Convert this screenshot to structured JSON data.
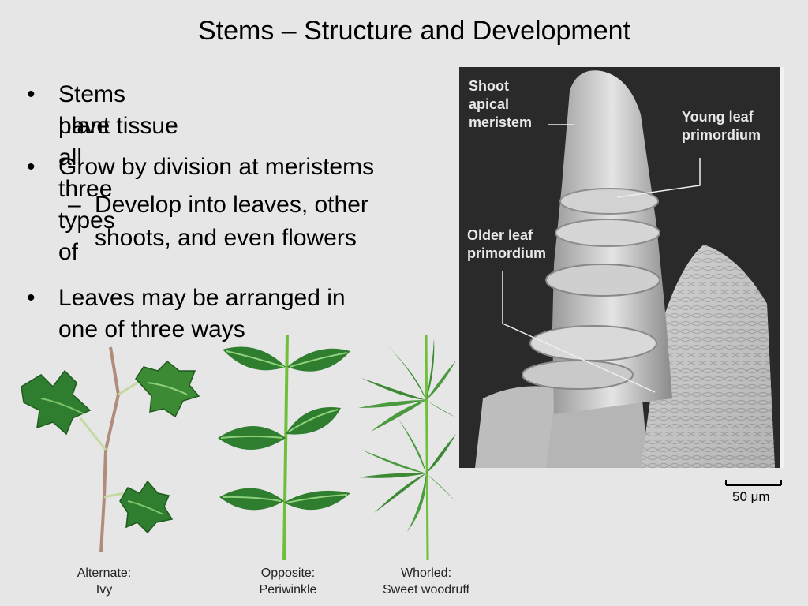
{
  "slide": {
    "title": "Stems – Structure and Development",
    "bullets": [
      {
        "marker": "•",
        "lines": [
          "Stems have all three types of",
          "plant tissue"
        ]
      },
      {
        "marker": "•",
        "lines": [
          "Grow by division at meristems"
        ]
      },
      {
        "marker": "–",
        "lines": [
          "Develop into leaves, other",
          "shoots, and even flowers"
        ]
      },
      {
        "marker": "•",
        "lines": [
          "Leaves may be arranged in",
          "one of three ways"
        ]
      }
    ]
  },
  "micrograph": {
    "labels": {
      "apical": [
        "Shoot",
        "apical",
        "meristem"
      ],
      "young": [
        "Young leaf",
        "primordium"
      ],
      "older": [
        "Older leaf",
        "primordium"
      ]
    },
    "scale_bar": "50 μm"
  },
  "arrangements": [
    {
      "type": "Alternate:",
      "plant": "Ivy"
    },
    {
      "type": "Opposite:",
      "plant": "Periwinkle"
    },
    {
      "type": "Whorled:",
      "plant": "Sweet woodruff"
    }
  ],
  "colors": {
    "background": "#e6e6e6",
    "leaf_dark": "#2f7d2f",
    "leaf_light": "#7fc46a",
    "stem": "#b08c7a",
    "photo_bg": "#2a2a2a"
  }
}
